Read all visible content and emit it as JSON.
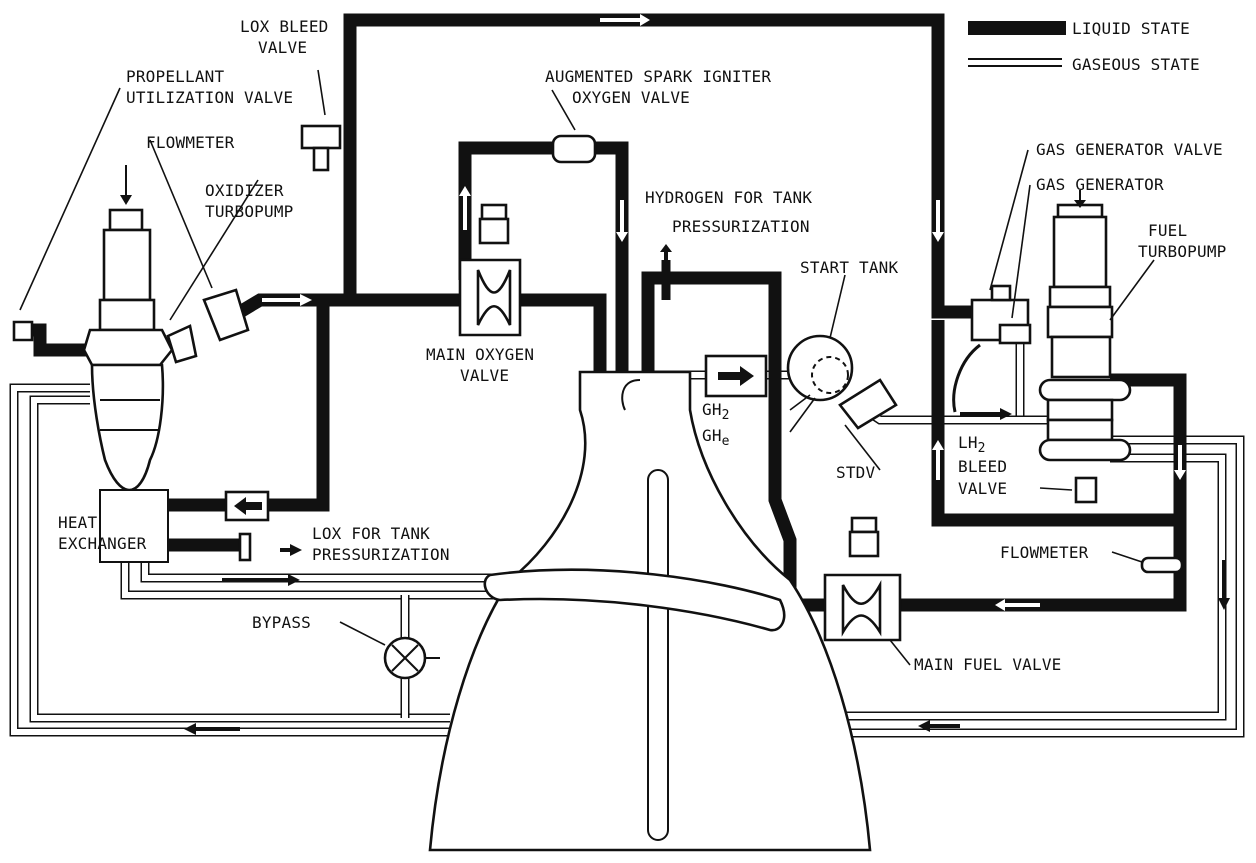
{
  "legend": {
    "liquid": "LIQUID STATE",
    "gaseous": "GASEOUS STATE"
  },
  "labels": {
    "lox_bleed_1": "LOX BLEED",
    "lox_bleed_2": "VALVE",
    "pu_1": "PROPELLANT",
    "pu_2": "UTILIZATION VALVE",
    "flowmeter_left": "FLOWMETER",
    "ox_tp_1": "OXIDIZER",
    "ox_tp_2": "TURBOPUMP",
    "asi_1": "AUGMENTED SPARK IGNITER",
    "asi_2": "OXYGEN VALVE",
    "h2_tank_1": "HYDROGEN FOR TANK",
    "h2_tank_2": "PRESSURIZATION",
    "start_tank": "START TANK",
    "gg_valve": "GAS GENERATOR VALVE",
    "gg": "GAS GENERATOR",
    "fuel_tp_1": "FUEL",
    "fuel_tp_2": "TURBOPUMP",
    "mov_1": "MAIN OXYGEN",
    "mov_2": "VALVE",
    "gh2": "GH",
    "gh2_sub": "2",
    "ghe": "GH",
    "ghe_sub": "e",
    "stdv": "STDV",
    "lh2_1": "LH",
    "lh2_sub": "2",
    "lh2_2": "BLEED",
    "lh2_3": "VALVE",
    "heat_1": "HEAT",
    "heat_2": "EXCHANGER",
    "lox_tank_1": "LOX FOR TANK",
    "lox_tank_2": "PRESSURIZATION",
    "flowmeter_right": "FLOWMETER",
    "bypass": "BYPASS",
    "mfv": "MAIN FUEL VALVE"
  }
}
